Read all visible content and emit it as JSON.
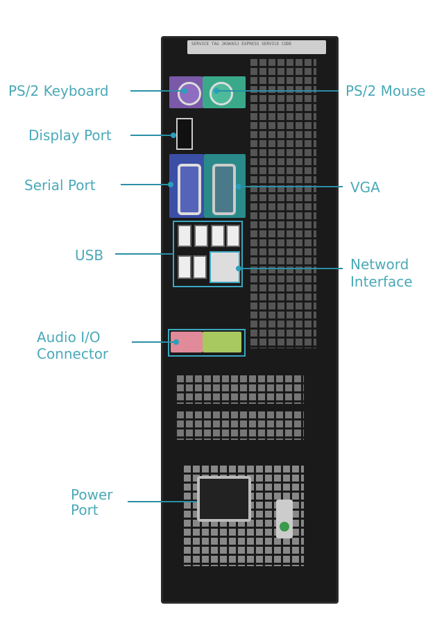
{
  "labels": {
    "ps2_keyboard": "PS/2 Keyboard",
    "display_port": "Display Port",
    "serial_port": "Serial Port",
    "usb": "USB",
    "audio_line1": "Audio I/O",
    "audio_line2": "Connector",
    "power_line1": "Power",
    "power_line2": "Port",
    "ps2_mouse": "PS/2 Mouse",
    "vga": "VGA",
    "network_line1": "Netword",
    "network_line2": "Interface"
  },
  "service_label": "SERVICE TAG  JKGK65J  EXPRESS SERVICE CODE",
  "colors": {
    "label_text": "#4aa9b8",
    "leader_line": "#2a8fa6",
    "case": "#1a1a1a",
    "keyboard_port": "#7a5aa8",
    "mouse_port": "#3aa98a",
    "serial_panel": "#3b4fa6",
    "vga_panel": "#2a8a8a"
  }
}
